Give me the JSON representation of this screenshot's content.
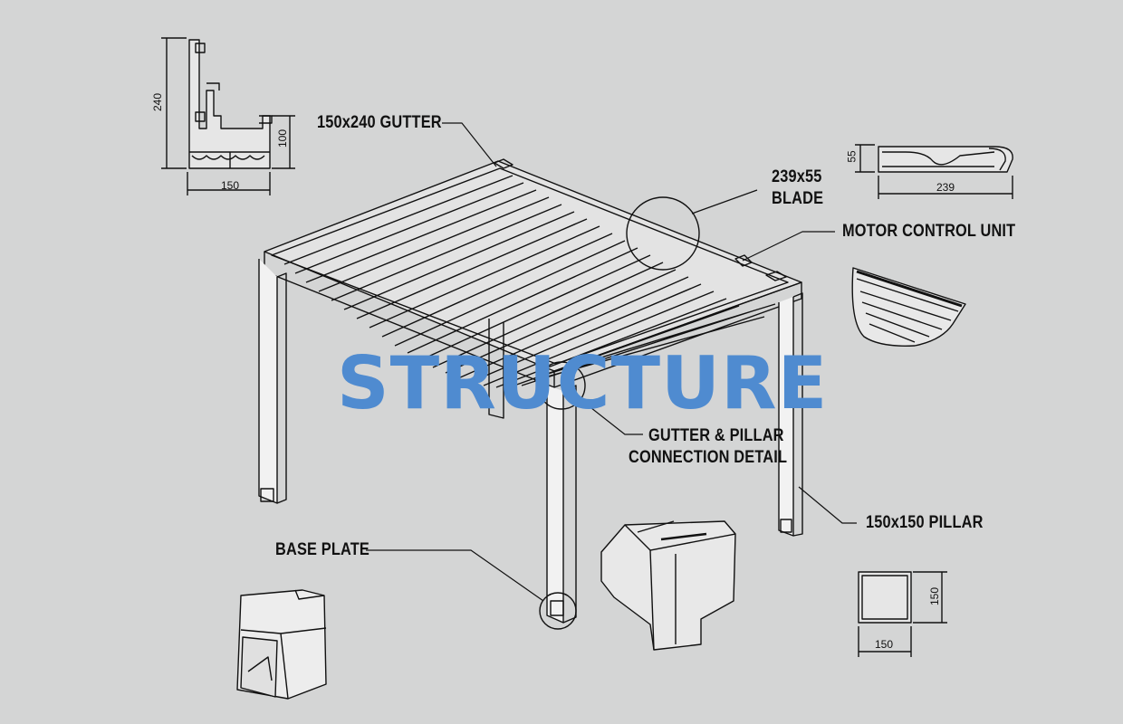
{
  "labels": {
    "gutter": "150x240 GUTTER",
    "blade_line1": "239x55",
    "blade_line2": "BLADE",
    "motor": "MOTOR CONTROL UNIT",
    "connection_line1": "GUTTER & PILLAR",
    "connection_line2": "CONNECTION DETAIL",
    "pillar": "150x150 PILLAR",
    "base_plate": "BASE PLATE"
  },
  "watermark": "STRUCTURE",
  "dimensions": {
    "gutter_height": "240",
    "gutter_inner": "100",
    "gutter_width": "150",
    "blade_height": "55",
    "blade_width": "239",
    "pillar_height": "150",
    "pillar_width": "150"
  },
  "colors": {
    "background": "#d4d5d5",
    "line": "#111111",
    "watermark": "#4f8bd0"
  }
}
